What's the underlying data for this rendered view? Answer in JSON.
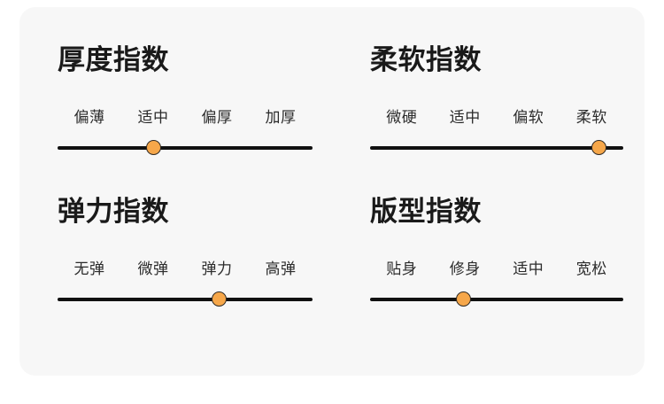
{
  "card": {
    "background_color": "#F7F7F7",
    "page_background_color": "#FFFFFF"
  },
  "theme": {
    "accent_color": "#F6A74A",
    "track_color": "#111111",
    "title_color": "#1A1A1A",
    "label_color": "#2B2B2B"
  },
  "panels": [
    {
      "title": "厚度指数",
      "labels": [
        "偏薄",
        "适中",
        "偏厚",
        "加厚"
      ],
      "selected_index": 1,
      "selected_label": "适中",
      "thumb_percent": 37.5
    },
    {
      "title": "柔软指数",
      "labels": [
        "微硬",
        "适中",
        "偏软",
        "柔软"
      ],
      "selected_index": 3,
      "selected_label": "柔软",
      "thumb_percent": 90.5
    },
    {
      "title": "弹力指数",
      "labels": [
        "无弹",
        "微弹",
        "弹力",
        "高弹"
      ],
      "selected_index": 2,
      "selected_label": "弹力",
      "thumb_percent": 63.5
    },
    {
      "title": "版型指数",
      "labels": [
        "贴身",
        "修身",
        "适中",
        "宽松"
      ],
      "selected_index": 1,
      "selected_label": "修身",
      "thumb_percent": 37.0
    }
  ]
}
